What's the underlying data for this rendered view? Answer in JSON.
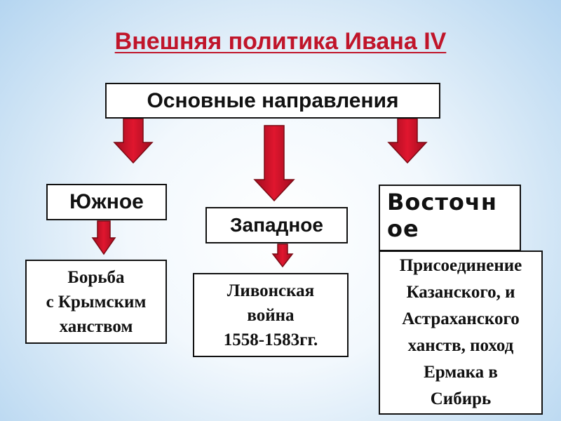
{
  "title": "Внешняя политика Ивана IV",
  "root": "Основные направления",
  "branches": {
    "south": {
      "label": "Южное",
      "detail": "Борьба\n с Крымским\nханством"
    },
    "west": {
      "label": "Западное",
      "detail": "Ливонская\nвойна\n1558-1583гг."
    },
    "east": {
      "label": "Восточн\nое",
      "detail": "Присоединение\nКазанского, и\nАстраханского\nханств, поход\nЕрмака в\nСибирь"
    }
  },
  "colors": {
    "title": "#c0152a",
    "arrow": "#c8102e",
    "arrow_outline": "#7a0a14"
  }
}
